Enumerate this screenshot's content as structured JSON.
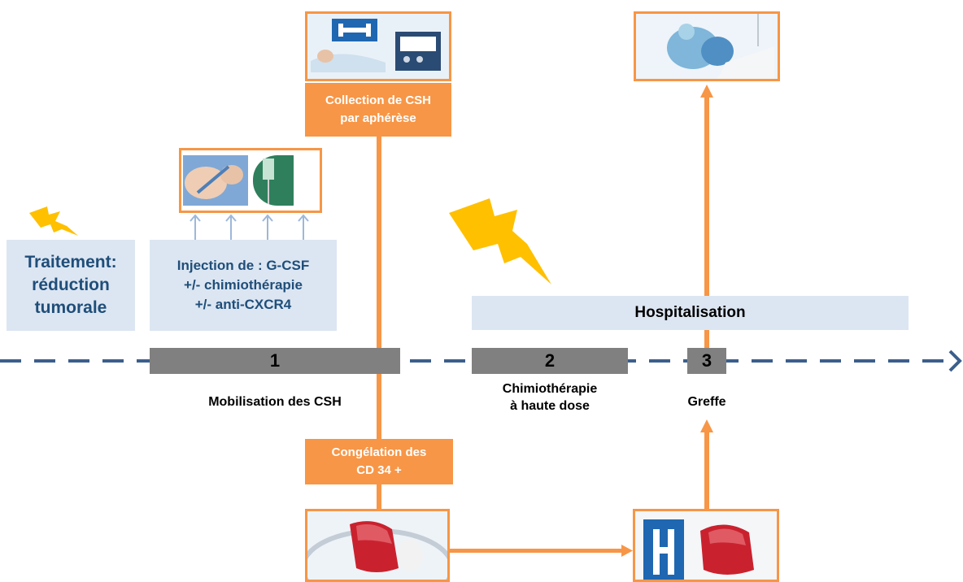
{
  "treatment": {
    "title_line1": "Traitement:",
    "title_line2": "réduction",
    "title_line3": "tumorale"
  },
  "injection": {
    "line1": "Injection de : G-CSF",
    "line2": "+/- chimiothérapie",
    "line3": "+/- anti-CXCR4"
  },
  "collection": {
    "line1": "Collection de CSH",
    "line2": "par aphérèse"
  },
  "freezing": {
    "line1": "Congélation des",
    "line2": "CD 34 +"
  },
  "hospitalisation": {
    "label": "Hospitalisation"
  },
  "steps": [
    {
      "number": "1",
      "caption_line1": "Mobilisation des CSH",
      "caption_line2": ""
    },
    {
      "number": "2",
      "caption_line1": "Chimiothérapie",
      "caption_line2": "à haute dose"
    },
    {
      "number": "3",
      "caption_line1": "Greffe",
      "caption_line2": ""
    }
  ],
  "photos": {
    "apheresis": "apheresis-machine-picture",
    "injection": "injection-and-iv-drip-picture",
    "transplant": "transplant-patient-picture",
    "bag": "stem-cell-bag-picture",
    "hospital_bag": "hospital-blood-bag-picture"
  },
  "colors": {
    "orange": "#f79646",
    "light_blue": "#dce6f2",
    "navy_text": "#1f4e79",
    "timeline_dash": "#3b5f8c",
    "step_bar": "#808080",
    "lightning": "#ffc000"
  }
}
